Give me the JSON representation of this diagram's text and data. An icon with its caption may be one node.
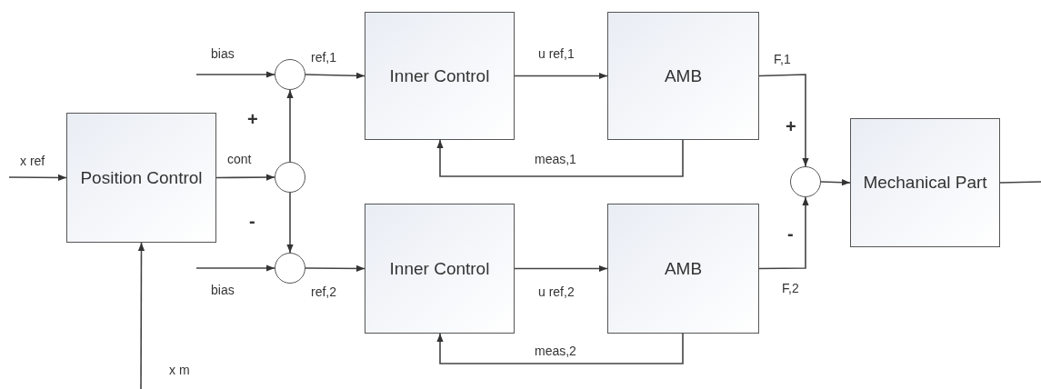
{
  "diagram": {
    "nodes": [
      {
        "text": [
          "Position Control"
        ]
      },
      {
        "text": [],
        "shape": "circle"
      },
      {
        "text": [],
        "shape": "circle"
      },
      {
        "text": [],
        "shape": "circle"
      },
      {
        "text": [
          "Inner Control"
        ]
      },
      {
        "text": [
          "AMB"
        ]
      },
      {
        "text": [
          "Inner Control"
        ]
      },
      {
        "text": [
          "AMB"
        ]
      },
      {
        "text": [],
        "shape": "circle"
      },
      {
        "text": [
          "Mechanical Part"
        ]
      }
    ],
    "edges": [
      {
        "from": null,
        "to": 0,
        "arrow": "to",
        "label": "x ref"
      },
      {
        "from": 0,
        "to": 2,
        "arrow": "to",
        "label": "cont"
      },
      {
        "from": null,
        "to": 1,
        "arrow": "to",
        "label": "bias"
      },
      {
        "from": null,
        "to": 3,
        "arrow": "to",
        "label": "bias"
      },
      {
        "from": 2,
        "to": 1,
        "arrow": "to"
      },
      {
        "from": 2,
        "to": 3,
        "arrow": "to"
      },
      {
        "from": 1,
        "to": 4,
        "arrow": "to",
        "label": "ref,1"
      },
      {
        "from": 3,
        "to": 6,
        "arrow": "to",
        "label": "ref,2"
      },
      {
        "from": 4,
        "to": 5,
        "arrow": "to",
        "label": "u ref,1"
      },
      {
        "from": 6,
        "to": 7,
        "arrow": "to",
        "label": "u ref,2"
      },
      {
        "from": 5,
        "to": 4,
        "arrow": "to",
        "label": "meas,1"
      },
      {
        "from": 7,
        "to": 6,
        "arrow": "to",
        "label": "meas,2"
      },
      {
        "from": 5,
        "to": 8,
        "arrow": "to",
        "label": "F,1"
      },
      {
        "from": 7,
        "to": 8,
        "arrow": "to",
        "label": "F,2"
      },
      {
        "from": 8,
        "to": 9,
        "arrow": "to"
      },
      {
        "from": 9,
        "to": null,
        "arrow": "none"
      },
      {
        "from": null,
        "to": 0,
        "arrow": "to",
        "label": "x m"
      }
    ],
    "labels": [
      "+",
      "-",
      "+",
      "-"
    ]
  }
}
